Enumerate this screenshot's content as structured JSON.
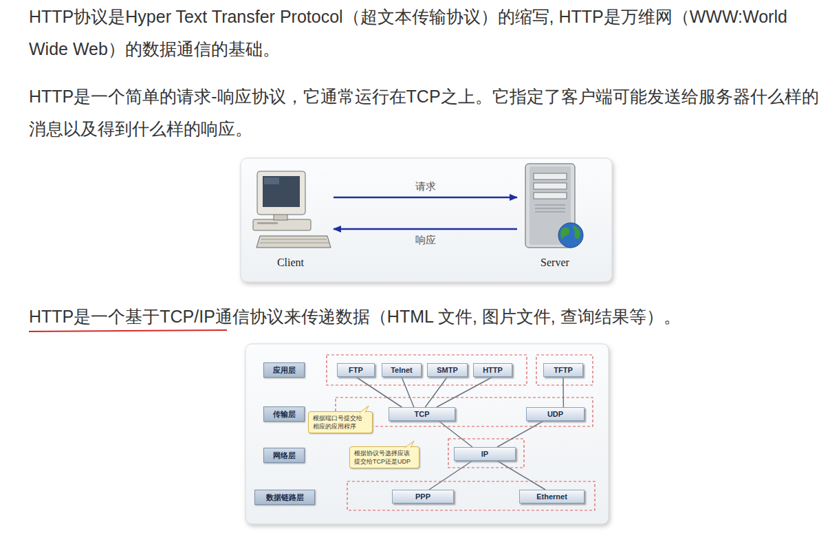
{
  "diagram": {
    "nodes": [
      {
        "text": [
          "Client"
        ]
      },
      {
        "text": [
          "Server"
        ]
      },
      {
        "text": [
          "应用层"
        ]
      },
      {
        "text": [
          "FTP"
        ]
      },
      {
        "text": [
          "Telnet"
        ]
      },
      {
        "text": [
          "SMTP"
        ]
      },
      {
        "text": [
          "HTTP"
        ]
      },
      {
        "text": [
          "TFTP"
        ]
      },
      {
        "text": [
          "传输层"
        ]
      },
      {
        "text": [
          "根据端口号提交给相应的应用程序"
        ]
      },
      {
        "text": [
          "TCP"
        ]
      },
      {
        "text": [
          "UDP"
        ]
      },
      {
        "text": [
          "网络层"
        ]
      },
      {
        "text": [
          "根据协议号选择应该提交给TCP还是UDP"
        ]
      },
      {
        "text": [
          "IP"
        ]
      },
      {
        "text": [
          "数据链路层"
        ]
      },
      {
        "text": [
          "PPP"
        ]
      },
      {
        "text": [
          "Ethernet"
        ]
      }
    ],
    "edges": [
      {
        "from": 0,
        "to": 1,
        "label": "请求",
        "arrow": "to"
      },
      {
        "from": 1,
        "to": 0,
        "label": "响应",
        "arrow": "to"
      },
      {
        "from": 3,
        "to": 10,
        "arrow": "none"
      },
      {
        "from": 4,
        "to": 10,
        "arrow": "none"
      },
      {
        "from": 5,
        "to": 10,
        "arrow": "none"
      },
      {
        "from": 6,
        "to": 10,
        "arrow": "none"
      },
      {
        "from": 7,
        "to": 11,
        "arrow": "none"
      },
      {
        "from": 10,
        "to": 14,
        "arrow": "none"
      },
      {
        "from": 11,
        "to": 14,
        "arrow": "none"
      },
      {
        "from": 14,
        "to": 16,
        "arrow": "none"
      },
      {
        "from": 14,
        "to": 17,
        "arrow": "none"
      }
    ],
    "labels": [
      "HTTP协议是Hyper Text Transfer Protocol（超文本传输协议）的缩写, HTTP是万维网（WWW:World Wide Web）的数据通信的基础。",
      "HTTP是一个简单的请求-响应协议，它通常运行在TCP之上。它指定了客户端可能发送给服务器什么样的消息以及得到什么样的响应。",
      "HTTP是一个基于TCP/IP通信协议来传递数据（HTML 文件, 图片文件, 查询结果等）。"
    ]
  }
}
